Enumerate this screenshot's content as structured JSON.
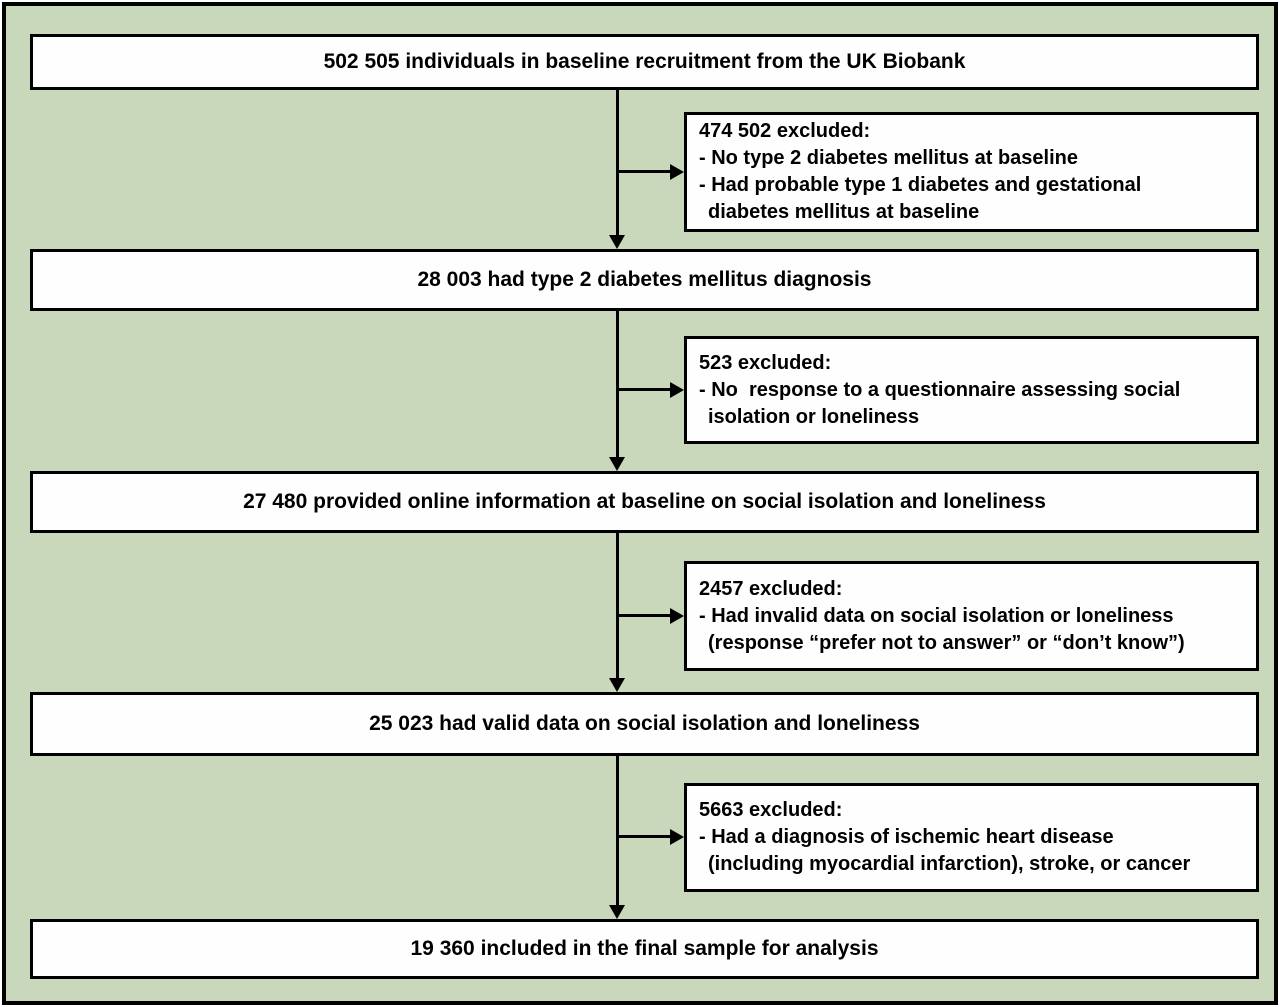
{
  "colors": {
    "background_green": "#c9d8ba",
    "box_fill": "#fefefe",
    "border_black": "#000000"
  },
  "flowchart": {
    "main_boxes": [
      {
        "text": "502 505 individuals in baseline recruitment from the UK Biobank"
      },
      {
        "text": "28 003 had type 2 diabetes mellitus diagnosis"
      },
      {
        "text": "27 480 provided online information at baseline on social isolation and loneliness"
      },
      {
        "text": "25 023 had valid data on social isolation and loneliness"
      },
      {
        "text": "19 360 included in the final sample for analysis"
      }
    ],
    "exclusion_boxes": [
      {
        "title": "474 502 excluded:",
        "lines": [
          "- No type 2 diabetes mellitus at baseline",
          "- Had probable type 1 diabetes and gestational",
          "diabetes mellitus at baseline"
        ]
      },
      {
        "title": "523 excluded:",
        "lines": [
          "- No  response to a questionnaire assessing social",
          "isolation or loneliness"
        ]
      },
      {
        "title": "2457 excluded:",
        "lines": [
          "- Had invalid data on social isolation or loneliness",
          "(response “prefer not to answer” or “don’t know”)"
        ]
      },
      {
        "title": "5663 excluded:",
        "lines": [
          "- Had a diagnosis of ischemic heart disease",
          "(including myocardial infarction), stroke, or cancer"
        ]
      }
    ]
  }
}
